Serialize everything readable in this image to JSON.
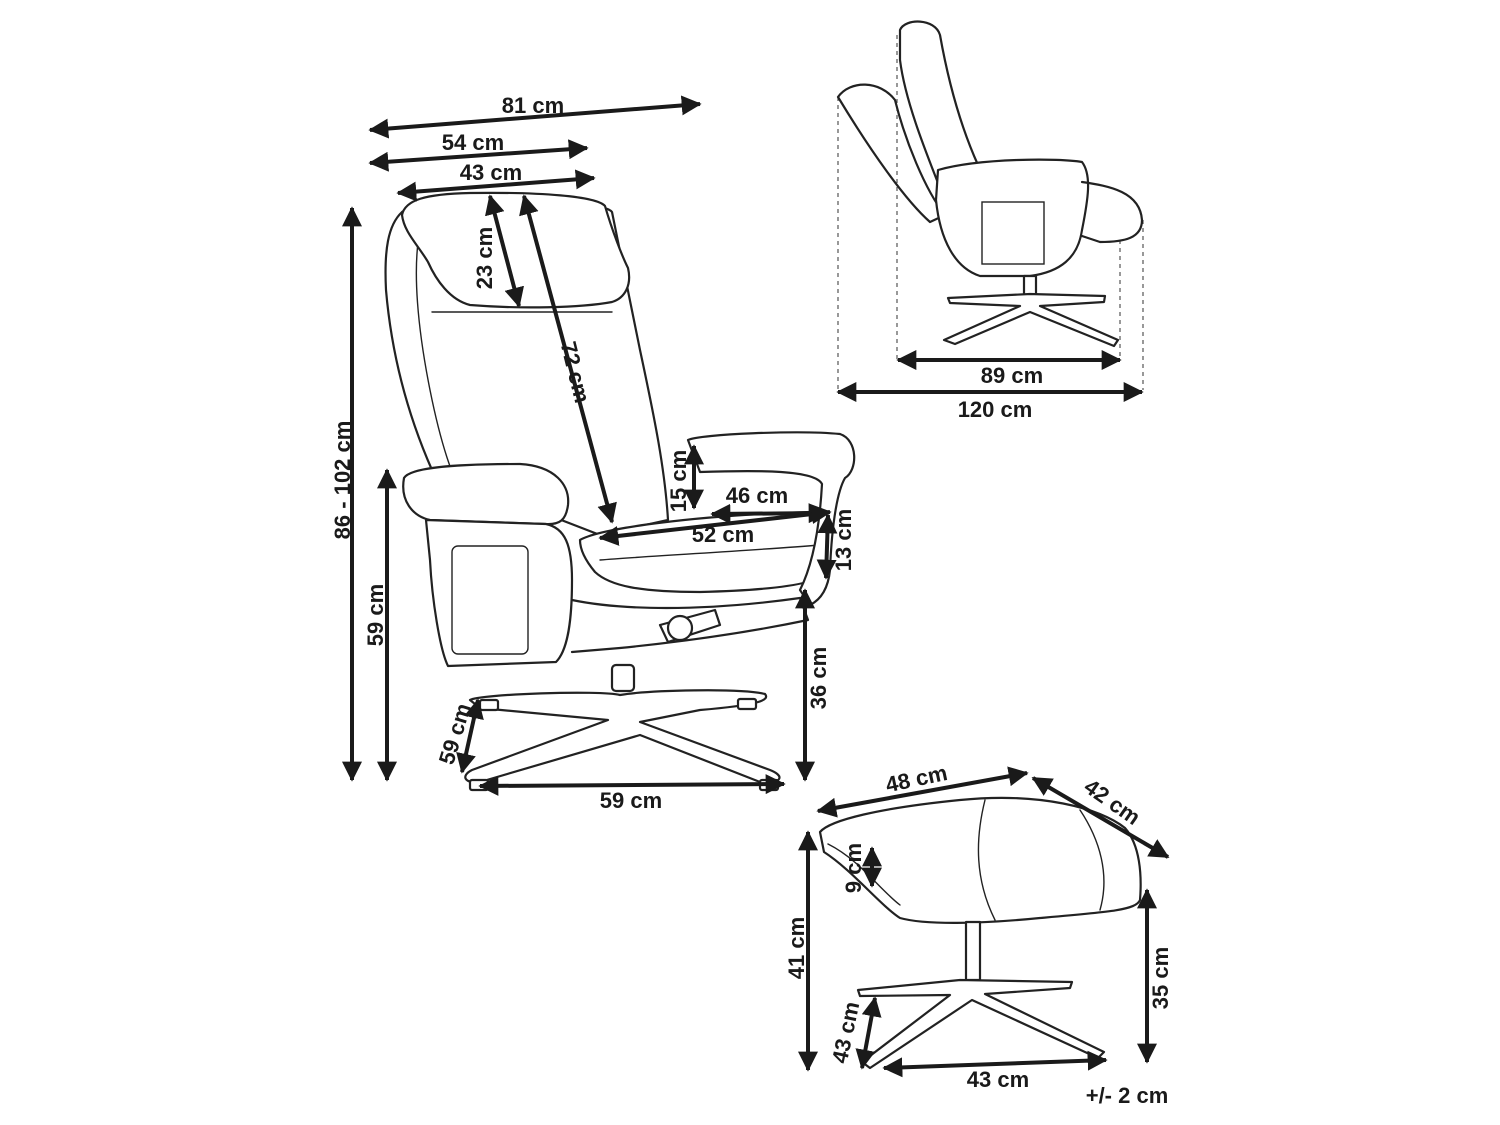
{
  "colors": {
    "ink": "#1a1a1a",
    "background": "#ffffff"
  },
  "recliner": {
    "dimensions": {
      "overall_width": "81 cm",
      "seat_outer_width": "54 cm",
      "headrest_width": "43 cm",
      "headrest_height": "23 cm",
      "backrest_length": "72 cm",
      "armrest_height_above_seat": "15 cm",
      "seat_width": "46 cm",
      "seat_depth": "52 cm",
      "seat_cushion_thickness": "13 cm",
      "total_height": "86 - 102 cm",
      "armrest_height": "59 cm",
      "seat_height": "36 cm",
      "base_depth": "59 cm",
      "base_width": "59 cm"
    }
  },
  "reclined_view": {
    "dimensions": {
      "depth_upright": "89 cm",
      "depth_reclined": "120 cm"
    }
  },
  "footstool": {
    "dimensions": {
      "top_width": "48 cm",
      "top_depth": "42 cm",
      "cushion_thickness": "9 cm",
      "total_height": "41 cm",
      "top_surface_height": "35 cm",
      "base_depth": "43 cm",
      "base_width": "43 cm"
    }
  },
  "tolerance": "+/- 2 cm"
}
